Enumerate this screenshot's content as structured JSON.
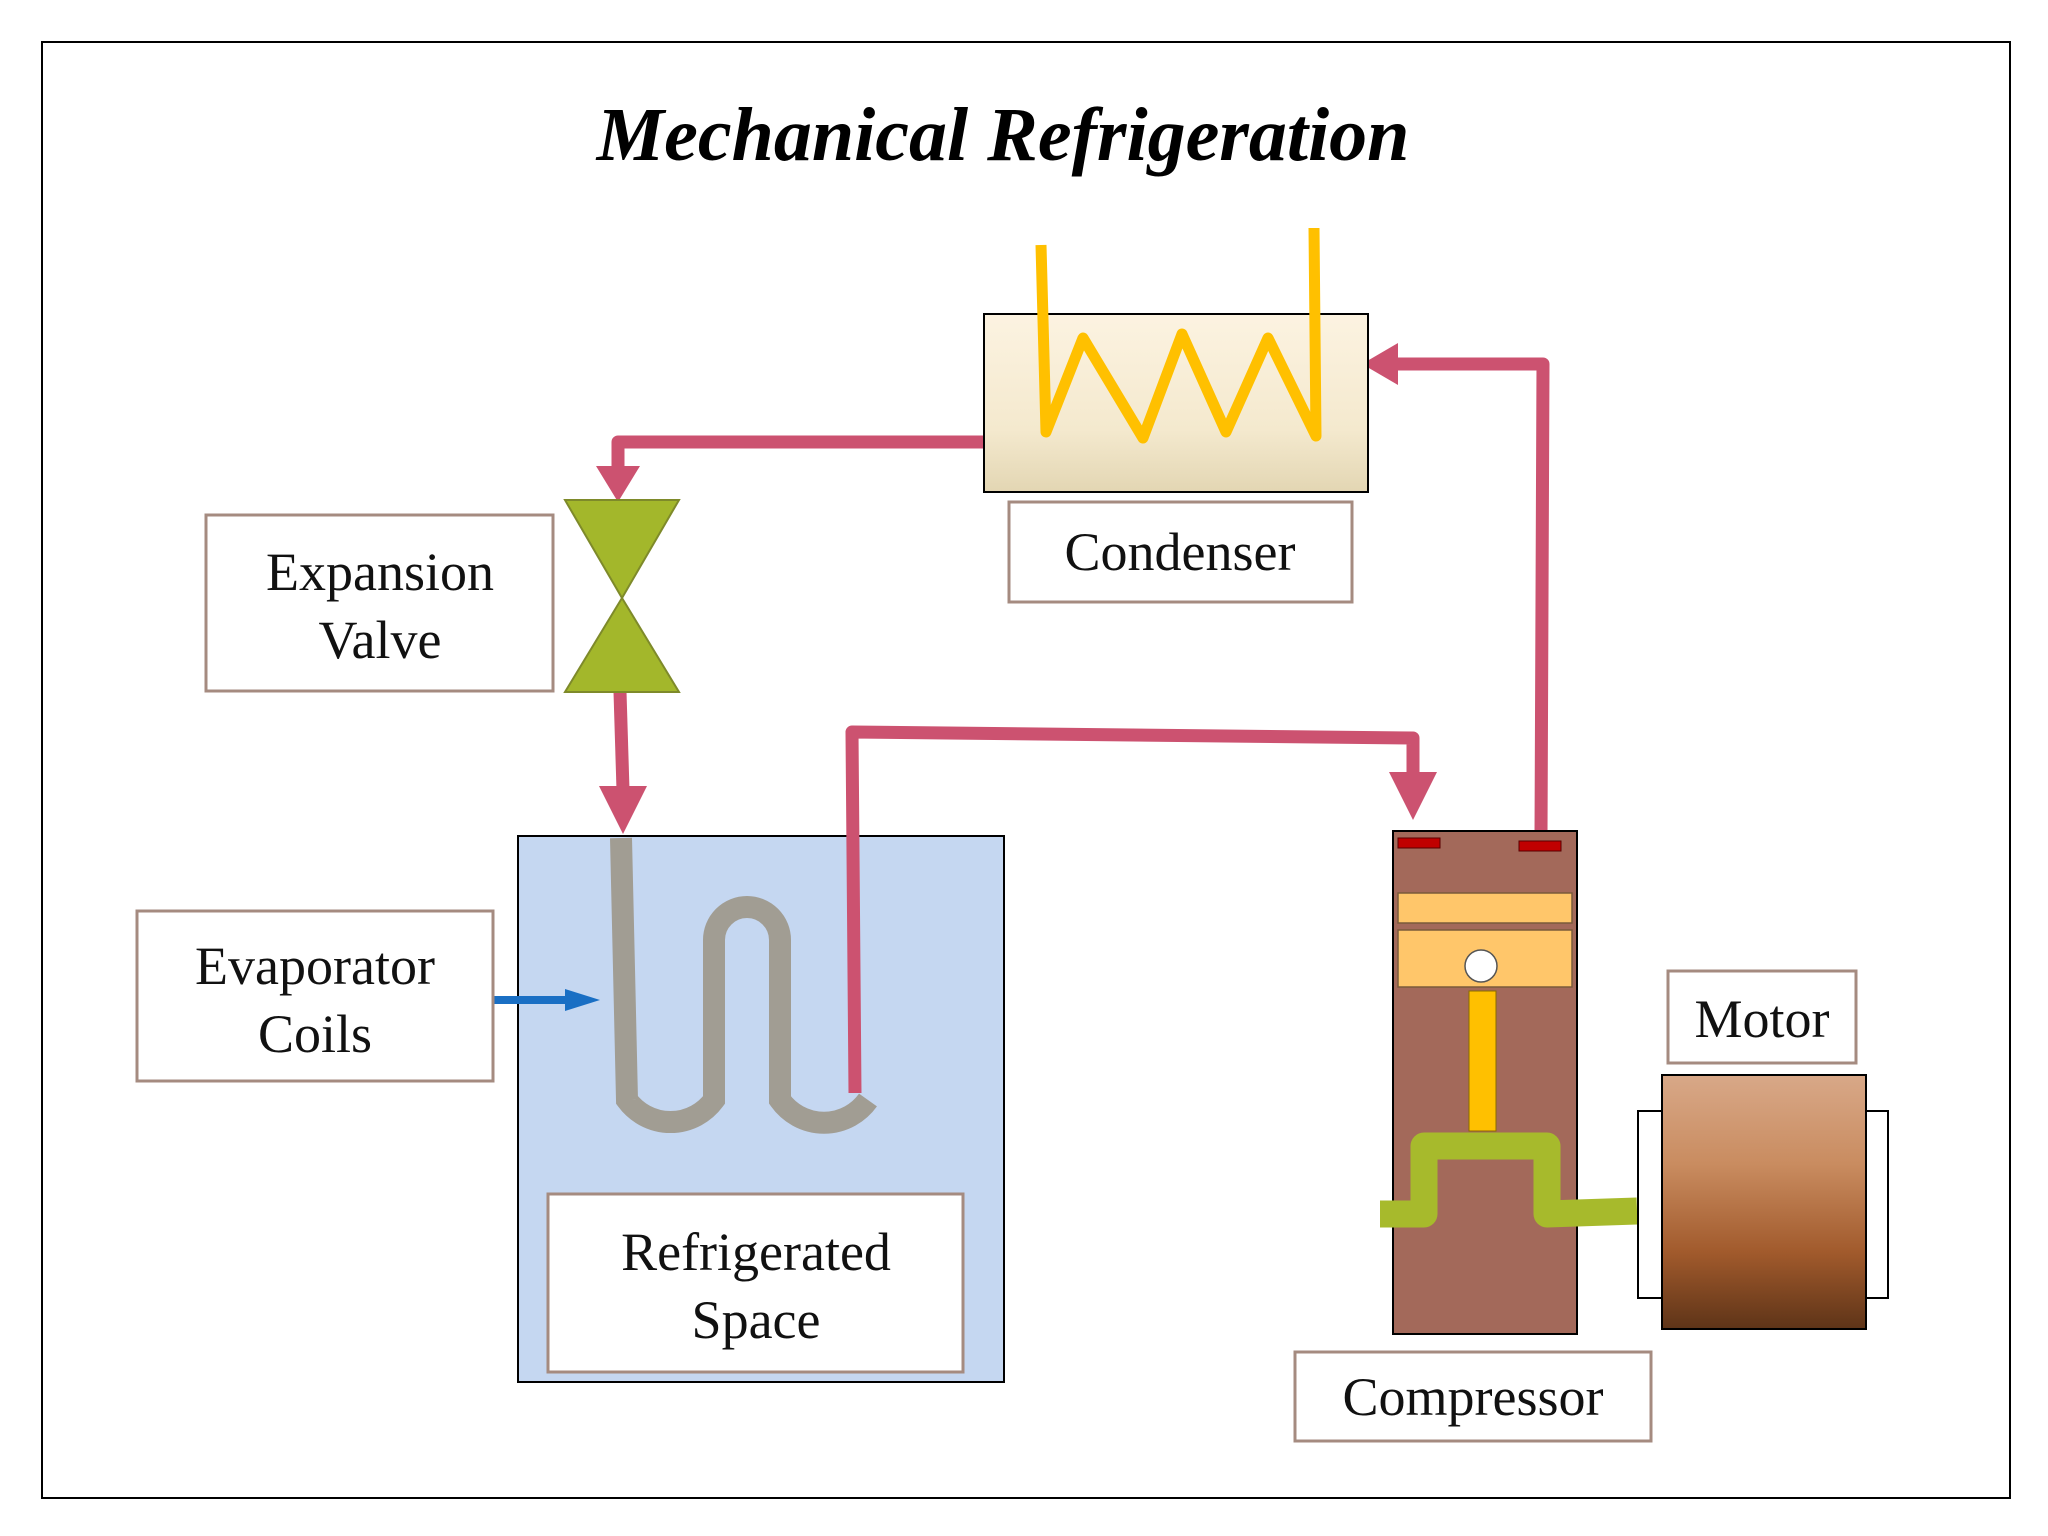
{
  "title": "Mechanical Refrigeration",
  "labels": {
    "condenser": "Condenser",
    "expansion_valve": [
      "Expansion",
      "Valve"
    ],
    "evaporator_coils": [
      "Evaporator",
      "Coils"
    ],
    "refrigerated_space": [
      "Refrigerated",
      "Space"
    ],
    "compressor": "Compressor",
    "motor": "Motor"
  },
  "colors": {
    "refrigerant_line": "#CC5270",
    "condenser_coil": "#FFC000",
    "valve": "#A3B72B",
    "evaporator_coil": "#A19D93",
    "refrigerated_space": "#C5D7F1",
    "compressor_body": "#A3695A",
    "piston": "#FFC66A",
    "crankshaft": "#A7BA2C",
    "arrow_blue": "#1A6FC4",
    "label_border": "#A58B80"
  }
}
